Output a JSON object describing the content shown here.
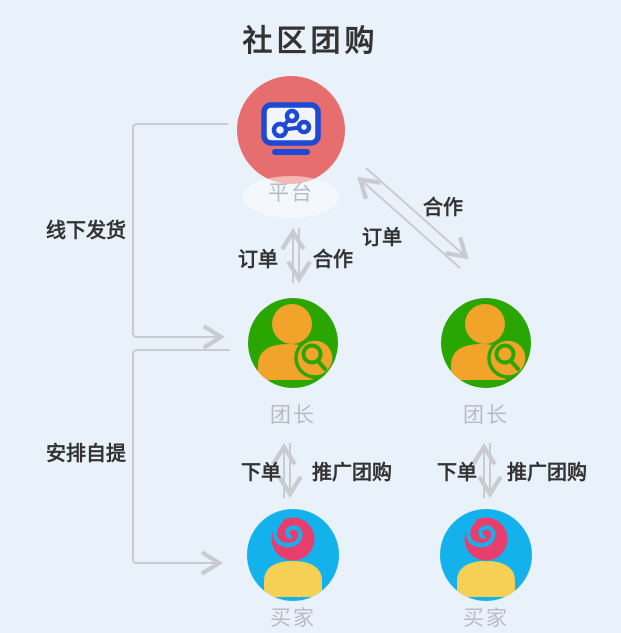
{
  "title": "社区团购",
  "nodes": {
    "platform": {
      "label": "平台",
      "icon": "monitor-share-icon"
    },
    "leader_left": {
      "label": "团长",
      "icon": "person-search-icon"
    },
    "leader_right": {
      "label": "团长",
      "icon": "person-search-icon"
    },
    "buyer_left": {
      "label": "买家",
      "icon": "person-swirl-icon"
    },
    "buyer_right": {
      "label": "买家",
      "icon": "person-swirl-icon"
    }
  },
  "edges": {
    "offline_delivery": {
      "label": "线下发货",
      "from": "平台",
      "to": "团长"
    },
    "arrange_pickup": {
      "label": "安排自提",
      "from": "团长",
      "to": "买家"
    },
    "platform_leader_left": {
      "to_platform": "订单",
      "to_leader": "合作"
    },
    "platform_leader_right": {
      "to_platform": "订单",
      "to_leader": "合作"
    },
    "leader_buyer_left": {
      "to_leader": "下单",
      "to_buyer": "推广团购"
    },
    "leader_buyer_right": {
      "to_leader": "下单",
      "to_buyer": "推广团购"
    }
  },
  "colors": {
    "background": "#e9f1fb",
    "platform_circle": "#e66e6e",
    "platform_icon_blue": "#1d49d4",
    "leader_circle_green": "#2aa602",
    "person_orange": "#f2a32a",
    "buyer_circle_blue": "#14b2ec",
    "buyer_head_pink": "#e83e6e",
    "buyer_body_yellow": "#f6cf55",
    "connector_gray": "#c9cccf",
    "node_label_gray": "#b6bcc3",
    "text_dark": "#333333"
  }
}
